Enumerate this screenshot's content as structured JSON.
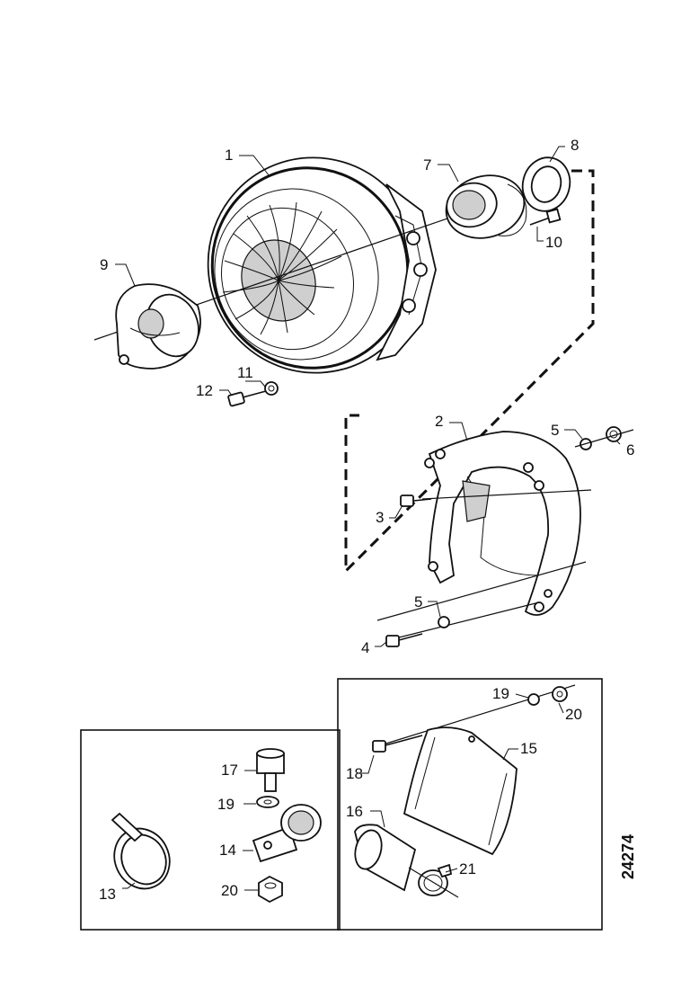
{
  "figure_number": "24274",
  "callouts": [
    "1",
    "2",
    "3",
    "4",
    "5",
    "5",
    "6",
    "7",
    "8",
    "9",
    "10",
    "11",
    "12",
    "13",
    "14",
    "15",
    "16",
    "17",
    "18",
    "19",
    "19",
    "20",
    "20",
    "21"
  ]
}
